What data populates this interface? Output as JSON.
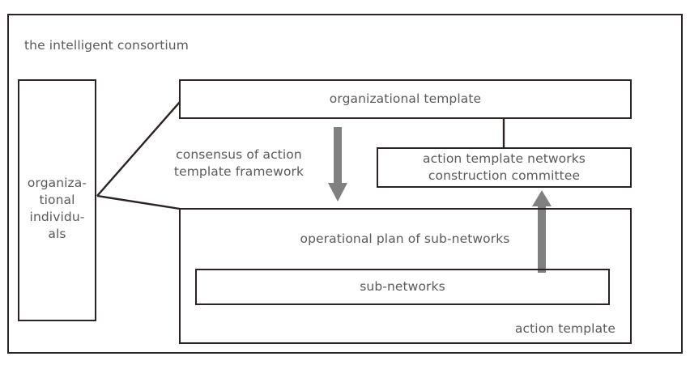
{
  "diagram": {
    "title": "the intelligent consortium",
    "outer_frame_name": "the intelligent consortium",
    "nodes": {
      "organizational_individuals": "organiza-\ntional\nindividu-\nals",
      "organizational_template": "organizational template",
      "committee": "action template networks\nconstruction committee",
      "action_template": "action template",
      "operational_plan": "operational plan of sub-networks",
      "sub_networks": "sub-networks"
    },
    "edge_labels": {
      "consensus": "consensus of action\ntemplate framework"
    },
    "colors": {
      "stroke": "#2b2322",
      "text": "#595959",
      "arrow": "#808080",
      "background": "#ffffff"
    }
  }
}
